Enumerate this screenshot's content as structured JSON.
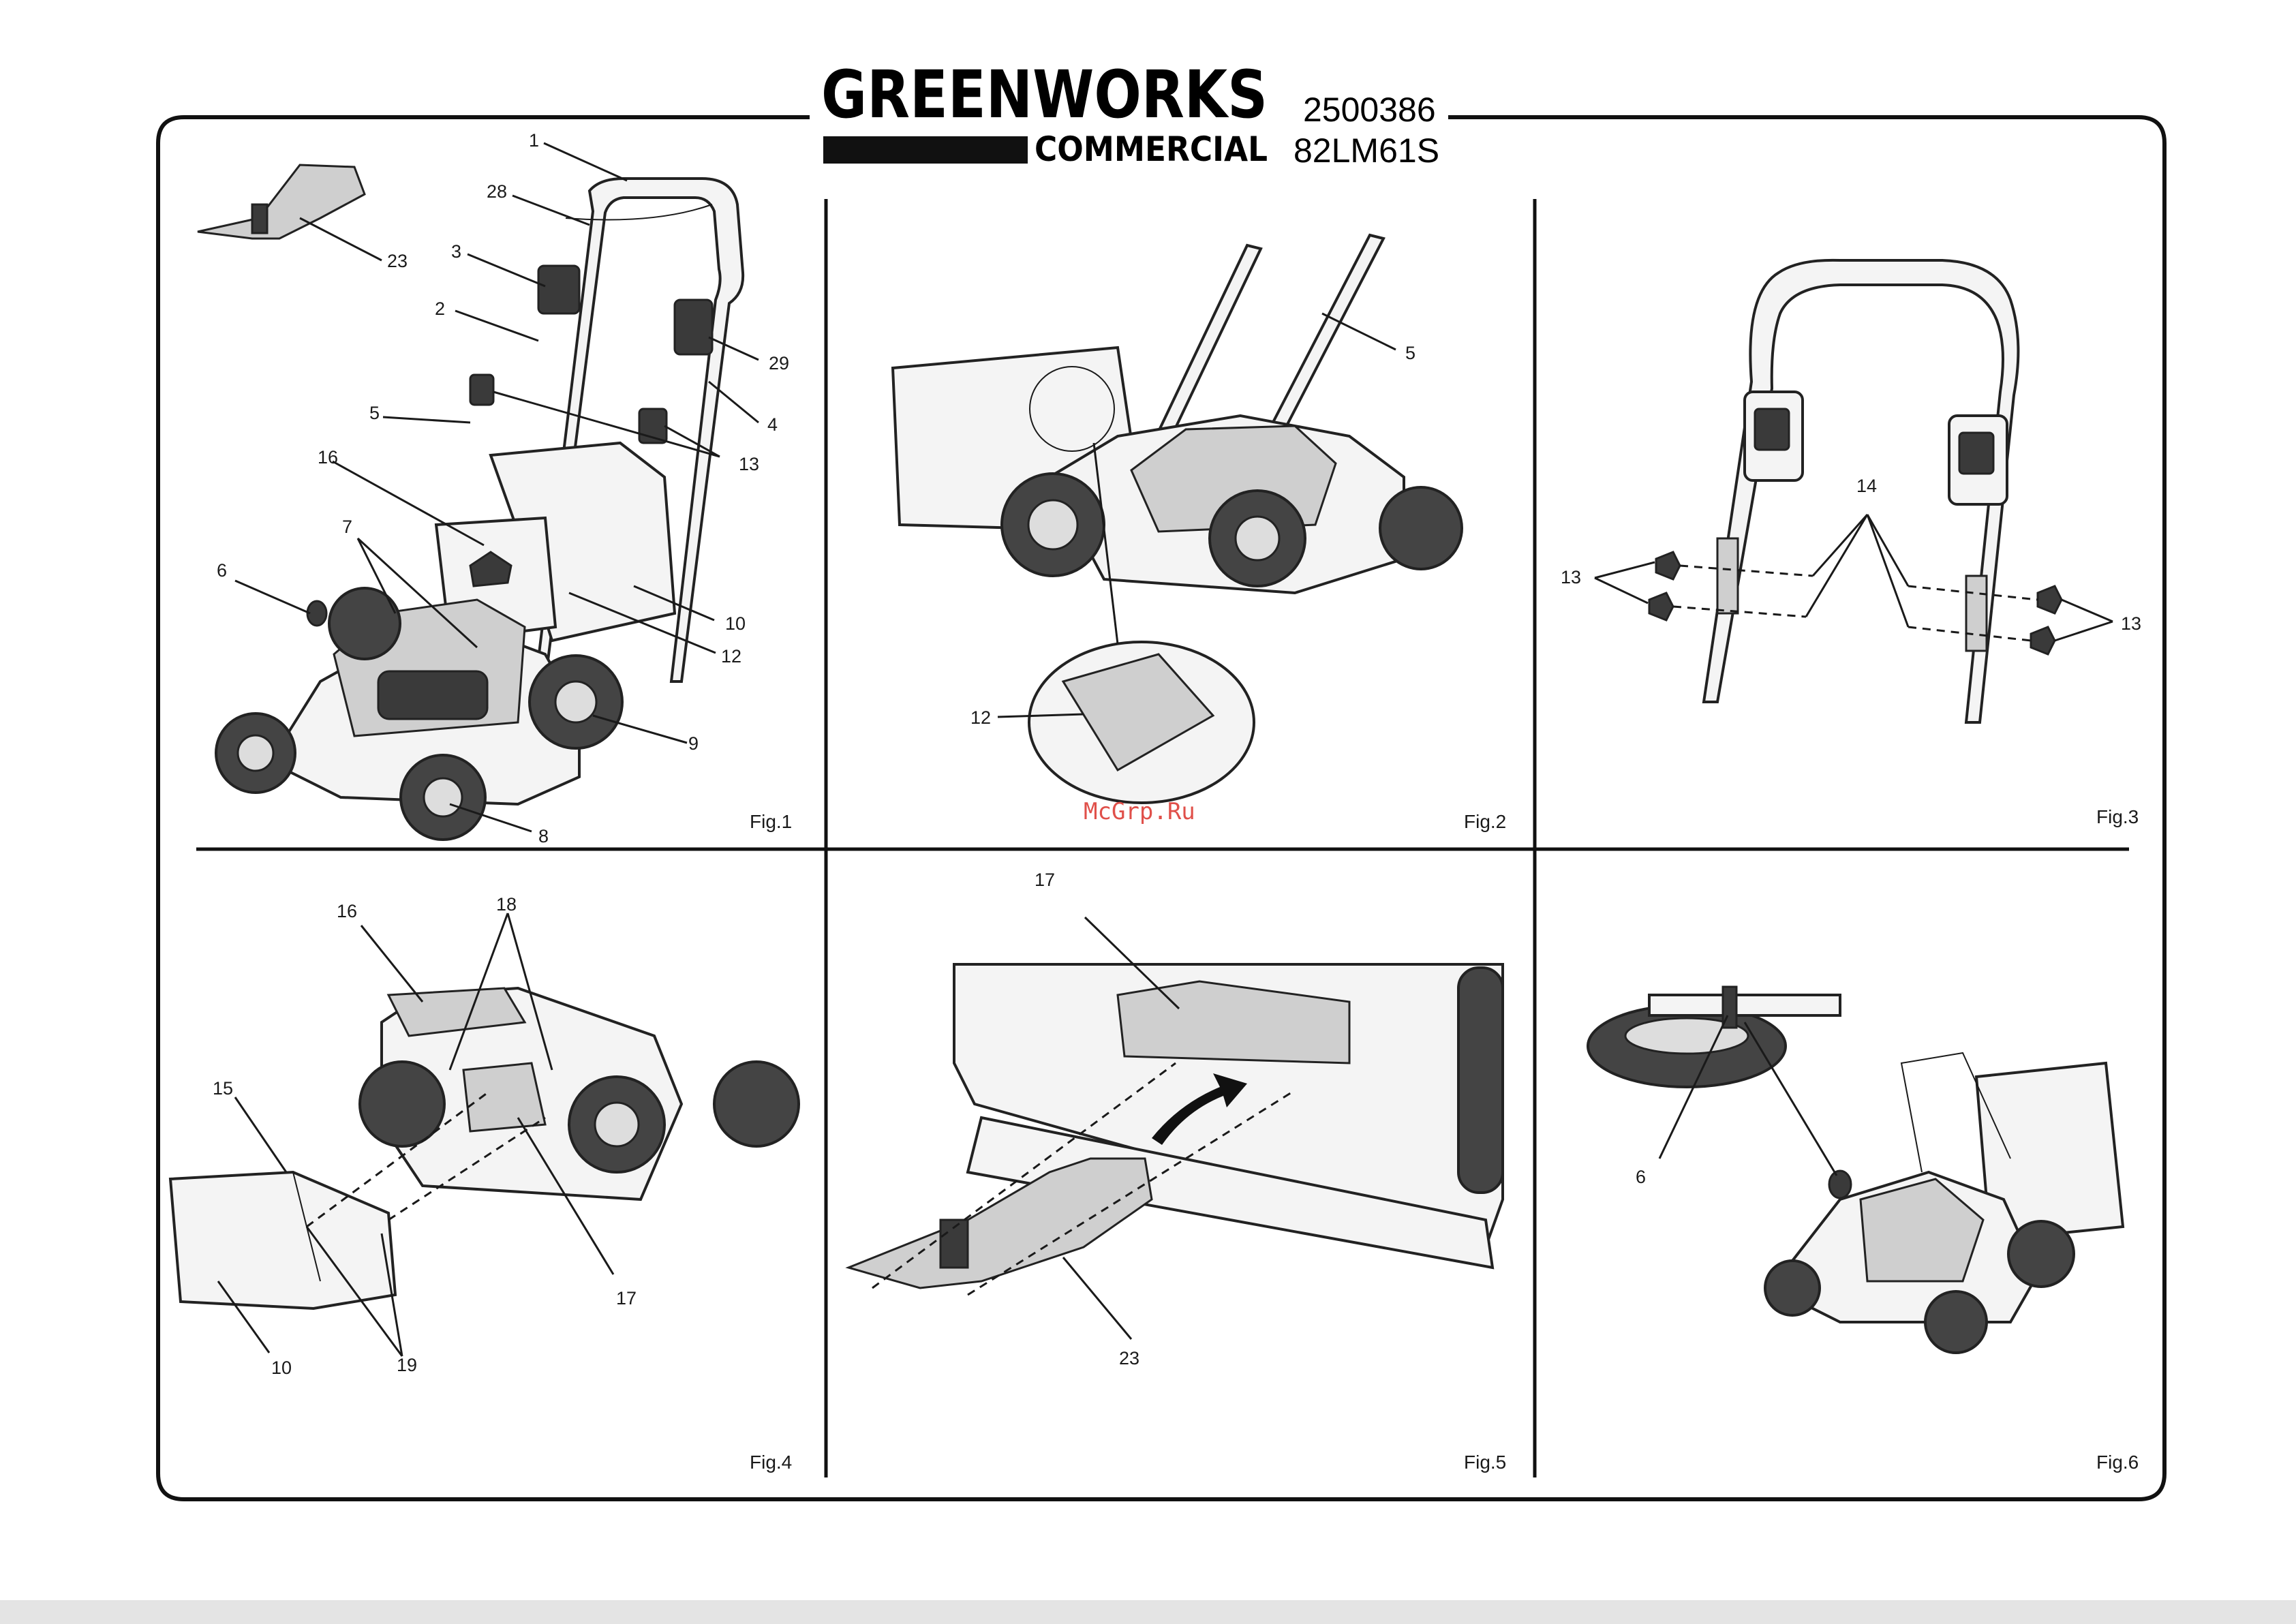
{
  "header": {
    "brand": "GREENWORKS",
    "sub_brand": "COMMERCIAL",
    "model_code": "2500386",
    "model_name": "82LM61S"
  },
  "watermark": "McGrp.Ru",
  "figures": [
    {
      "label": "Fig.1",
      "callouts": [
        "1",
        "28",
        "3",
        "2",
        "29",
        "4",
        "5",
        "13",
        "16",
        "7",
        "6",
        "10",
        "12",
        "9",
        "8",
        "23"
      ]
    },
    {
      "label": "Fig.2",
      "callouts": [
        "5",
        "12"
      ]
    },
    {
      "label": "Fig.3",
      "callouts": [
        "14",
        "13",
        "13"
      ]
    },
    {
      "label": "Fig.4",
      "callouts": [
        "16",
        "18",
        "15",
        "17",
        "10",
        "19"
      ]
    },
    {
      "label": "Fig.5",
      "callouts": [
        "17",
        "23"
      ]
    },
    {
      "label": "Fig.6",
      "callouts": [
        "6"
      ]
    }
  ]
}
